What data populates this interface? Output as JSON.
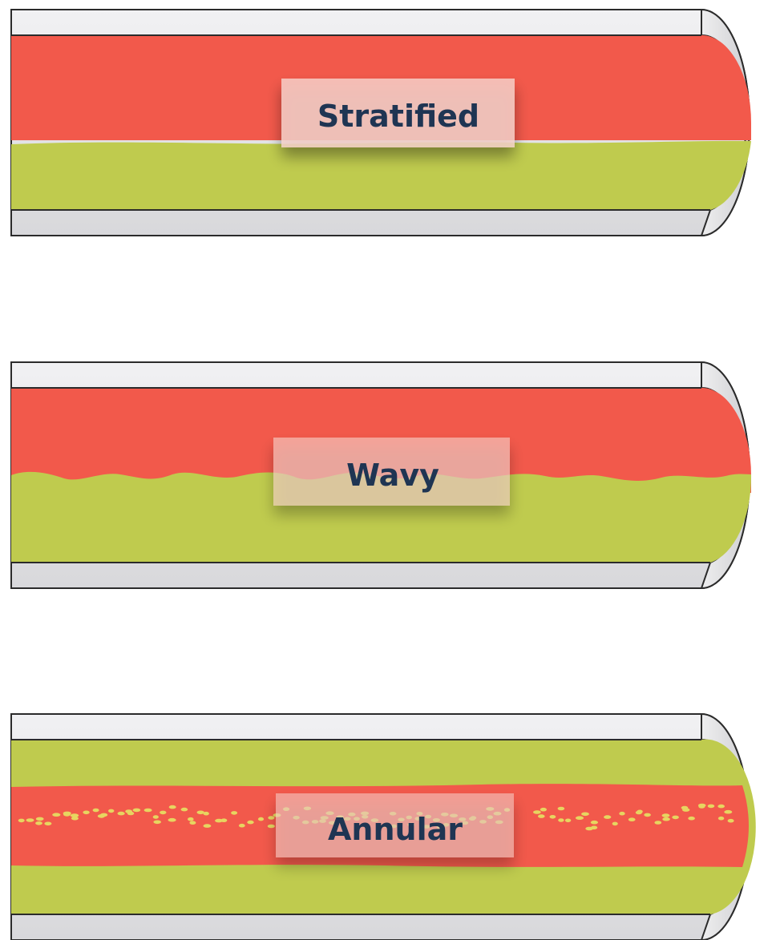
{
  "panels": [
    {
      "label": "Stratified",
      "pattern": "stratified",
      "colors": {
        "gas": "#f2594b",
        "liquid": "#bfcb4e"
      }
    },
    {
      "label": "Wavy",
      "pattern": "wavy",
      "colors": {
        "gas": "#f2594b",
        "liquid": "#bfcb4e"
      }
    },
    {
      "label": "Annular",
      "pattern": "annular",
      "colors": {
        "gas": "#f2594b",
        "liquid": "#bfcb4e",
        "droplets": "#e7d560"
      }
    }
  ],
  "pipe_wall_color": "#e4e4e6"
}
